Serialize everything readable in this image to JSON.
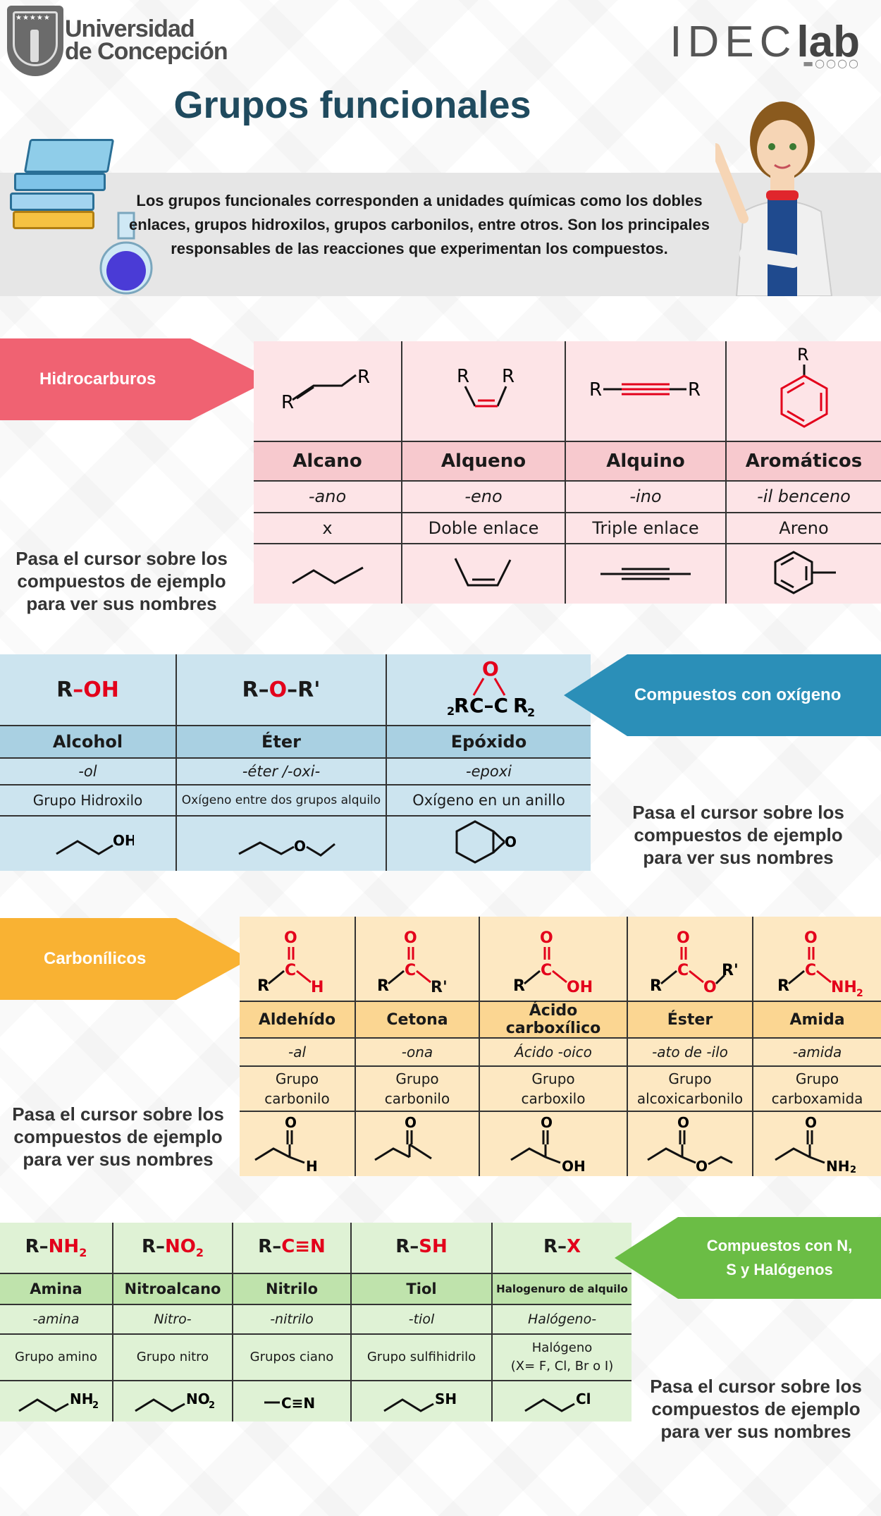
{
  "header": {
    "university_line1": "Universidad",
    "university_line2": "de Concepción",
    "brand_ideC": "IDEC",
    "brand_lab": "lab",
    "title": "Grupos funcionales",
    "intro": "Los grupos funcionales corresponden a unidades químicas como los dobles enlaces, grupos hidroxilos, grupos carbonilos, entre otros. Son los principales responsables de las reacciones que experimentan los compuestos."
  },
  "colors": {
    "hidrocarburos_arrow": "#f06272",
    "hidrocarburos_bg": "#fde4e7",
    "hidrocarburos_header": "#f7c9ce",
    "oxigeno_arrow": "#2b8fb8",
    "oxigeno_bg": "#cce4ef",
    "oxigeno_header": "#a9d0e2",
    "carbonilicos_arrow": "#f9b233",
    "carbonilicos_bg": "#fde8c2",
    "carbonilicos_header": "#fbd692",
    "nitro_arrow": "#6bbd45",
    "nitro_bg": "#dff2d5",
    "nitro_header": "#bfe3ac",
    "accent_red": "#e3001b",
    "title": "#1f4a5e"
  },
  "hint_text": "Pasa el cursor sobre los compuestos de ejemplo para ver sus nombres",
  "sections": {
    "hidrocarburos": {
      "label": "Hidrocarburos",
      "columns": [
        {
          "formula_r1": "R",
          "formula_r2": "R",
          "name": "Alcano",
          "suffix": "-ano",
          "desc": "x"
        },
        {
          "formula_r1": "R",
          "formula_r2": "R",
          "name": "Alqueno",
          "suffix": "-eno",
          "desc": "Doble enlace"
        },
        {
          "formula_r1": "R",
          "formula_r2": "R",
          "name": "Alquino",
          "suffix": "-ino",
          "desc": "Triple enlace"
        },
        {
          "formula_r1": "R",
          "name": "Aromáticos",
          "suffix": "-il benceno",
          "desc": "Areno"
        }
      ]
    },
    "oxigeno": {
      "label": "Compuestos con oxígeno",
      "columns": [
        {
          "f_r": "R",
          "f_dash": "–",
          "f_group": "OH",
          "name": "Alcohol",
          "suffix": "-ol",
          "desc": "Grupo Hidroxilo",
          "example_label": "OH"
        },
        {
          "f_r": "R",
          "f_dash": "–",
          "f_group": "O",
          "f_dash2": "–",
          "f_r2": "R'",
          "name": "Éter",
          "suffix": "-éter /-oxi-",
          "desc": "Oxígeno entre dos grupos alquilo",
          "example_label": "O"
        },
        {
          "f_o": "O",
          "f_left": "R",
          "f_mid": "C–C",
          "f_right": "R",
          "f_sub": "2",
          "name": "Epóxido",
          "suffix": "-epoxi",
          "desc": "Oxígeno en un anillo",
          "example_label": "O"
        }
      ]
    },
    "carbonilicos": {
      "label": "Carbonílicos",
      "columns": [
        {
          "name": "Aldehído",
          "suffix": "-al",
          "desc1": "Grupo",
          "desc2": "carbonilo",
          "s_o": "O",
          "s_r": "R",
          "s_c": "C",
          "s_x": "H",
          "ex_o": "O",
          "ex_x": "H"
        },
        {
          "name": "Cetona",
          "suffix": "-ona",
          "desc1": "Grupo",
          "desc2": "carbonilo",
          "s_o": "O",
          "s_r": "R",
          "s_c": "C",
          "s_x": "R'",
          "ex_o": "O",
          "ex_x": ""
        },
        {
          "name": "Ácido carboxílico",
          "suffix": "Ácido -oico",
          "desc1": "Grupo",
          "desc2": "carboxilo",
          "s_o": "O",
          "s_r": "R",
          "s_c": "C",
          "s_x": "OH",
          "ex_o": "O",
          "ex_x": "OH"
        },
        {
          "name": "Éster",
          "suffix": "-ato de -ilo",
          "desc1": "Grupo",
          "desc2": "alcoxicarbonilo",
          "s_o": "O",
          "s_r": "R",
          "s_c": "C",
          "s_x": "O",
          "s_x2": "R'",
          "ex_o": "O",
          "ex_x": "O"
        },
        {
          "name": "Amida",
          "suffix": "-amida",
          "desc1": "Grupo",
          "desc2": "carboxamida",
          "s_o": "O",
          "s_r": "R",
          "s_c": "C",
          "s_x": "NH",
          "s_sub": "2",
          "ex_o": "O",
          "ex_x": "NH",
          "ex_sub": "2"
        }
      ]
    },
    "nitro": {
      "label_line1": "Compuestos con N,",
      "label_line2": "S y Halógenos",
      "columns": [
        {
          "f_r": "R",
          "f_group": "NH",
          "f_sub": "2",
          "name": "Amina",
          "suffix": "-amina",
          "desc1": "Grupo amino",
          "ex": "NH",
          "ex_sub": "2"
        },
        {
          "f_r": "R",
          "f_group": "NO",
          "f_sub": "2",
          "name": "Nitroalcano",
          "suffix": "Nitro-",
          "desc1": "Grupo nitro",
          "ex": "NO",
          "ex_sub": "2"
        },
        {
          "f_r": "R",
          "f_group": "C≡N",
          "f_sub": "",
          "name": "Nitrilo",
          "suffix": "-nitrilo",
          "desc1": "Grupos ciano",
          "ex": "C≡N",
          "ex_sub": ""
        },
        {
          "f_r": "R",
          "f_group": "SH",
          "f_sub": "",
          "name": "Tiol",
          "suffix": "-tiol",
          "desc1": "Grupo sulfihidrilo",
          "ex": "SH",
          "ex_sub": ""
        },
        {
          "f_r": "R",
          "f_group": "X",
          "f_sub": "",
          "name": "Halogenuro de alquilo",
          "suffix": "Halógeno-",
          "desc1": "Halógeno",
          "desc2": "(X= F, Cl, Br o I)",
          "ex": "Cl",
          "ex_sub": ""
        }
      ]
    }
  }
}
